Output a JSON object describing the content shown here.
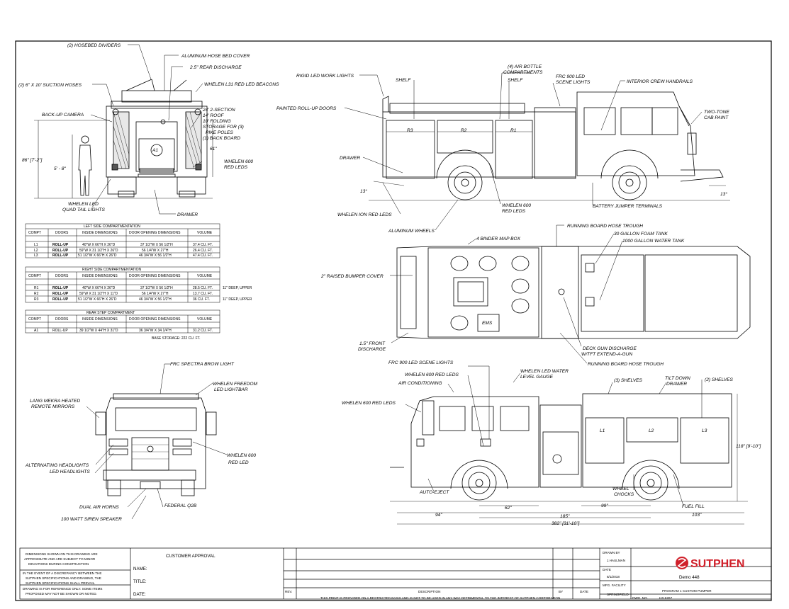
{
  "rear_view_labels": {
    "hosebed_dividers": "(2) HOSEBED DIVIDERS",
    "aluminum_hose_bed_cover": "ALUMINUM HOSE BED COVER",
    "rear_discharge": "2.5\" REAR DISCHARGE",
    "whelen_l31": "WHELEN L31 RED LED BEACONS",
    "suction_hoses": "(2) 6\" X 10' SUCTION HOSES",
    "backup_camera": "BACK-UP CAMERA",
    "storage_1": "24' 2-SECTION",
    "storage_2": "14' ROOF",
    "storage_3": "10' FOLDING",
    "storage_4": "STORAGE FOR (3)",
    "storage_5": "PIKE POLES",
    "storage_6": "(1) BACK BOARD",
    "dim_86": "86\" [7'-2\"]",
    "dim_58": "5' - 8\"",
    "dim_61": "61\"",
    "whelen_600_1": "WHELEN 600",
    "whelen_600_2": "RED LEDS",
    "whelen_led_1": "WHELEN LED",
    "whelen_led_2": "QUAD TAIL LIGHTS",
    "drawer": "DRAWER",
    "a1": "A1"
  },
  "left_side_table": {
    "title": "LEFT SIDE COMPARTMENTATION",
    "headers": [
      "COMPT",
      "DOORS",
      "INSIDE DIMENSIONS",
      "DOOR OPENING DIMENSIONS",
      "VOLUME"
    ],
    "rows": [
      [
        "L1",
        "ROLL-UP",
        "40\"W X 66\"H X 26\"D",
        "37 1/2\"W X 56 1/2\"H",
        "37.4 CU. FT."
      ],
      [
        "L2",
        "ROLL-UP",
        "59\"W X 31 1/2\"H X 26\"D",
        "56 1/4\"W X 27\"H",
        "26.4 CU. FT."
      ],
      [
        "L3",
        "ROLL-UP",
        "51 1/2\"W X 66\"H X 26\"D",
        "46 3/4\"W X 56 1/2\"H",
        "47.4 CU. FT."
      ]
    ]
  },
  "right_side_table": {
    "title": "RIGHT SIDE COMPARTMENTATION",
    "headers": [
      "COMPT",
      "DOORS",
      "INSIDE DIMENSIONS",
      "DOOR OPENING DIMENSIONS",
      "VOLUME"
    ],
    "rows": [
      [
        "R1",
        "ROLL-UP",
        "40\"W X 66\"H X 26\"D",
        "37 1/2\"W X 56 1/2\"H",
        "28.5 CU. FT.",
        "11\" DEEP, UPPER"
      ],
      [
        "R2",
        "ROLL-UP",
        "59\"W X 31 1/2\"H X 11\"D",
        "56 1/4\"W X 27\"H",
        "13.7 CU. FT.",
        ""
      ],
      [
        "R3",
        "ROLL-UP",
        "51 1/2\"W X 66\"H X 26\"D",
        "46 3/4\"W X 56 1/2\"H",
        "36 CU. FT.",
        "11\" DEEP, UPPER"
      ]
    ]
  },
  "rear_step_table": {
    "title": "REAR STEP COMPARTMENT",
    "headers": [
      "COMPT",
      "DOORS",
      "INSIDE DIMENSIONS",
      "DOOR OPENING DIMENSIONS",
      "VOLUME"
    ],
    "rows": [
      [
        "A1",
        "ROLL-UP",
        "39 1/2\"W X 44\"H X 31\"D",
        "36 3/4\"W X 34 1/4\"H",
        "31.2 CU. FT."
      ]
    ],
    "base_storage": "BASE STORAGE: 222 CU. FT."
  },
  "right_side_labels": {
    "rigid_led": "RIGID LED WORK LIGHTS",
    "shelf1": "SHELF",
    "air_bottle_1": "(4) AIR BOTTLE",
    "air_bottle_2": "COMPARTMENTS",
    "shelf2": "SHELF",
    "frc900_1": "FRC 900 LED",
    "frc900_2": "SCENE LIGHTS",
    "interior_handrails": "INTERIOR CREW HANDRAILS",
    "rollup_doors": "PAINTED ROLL-UP DOORS",
    "two_tone_1": "TWO-TONE",
    "two_tone_2": "CAB PAINT",
    "drawer": "DRAWER",
    "angle_left": "13°",
    "angle_right": "13°",
    "whelen600_1": "WHELEN 600",
    "whelen600_2": "RED LEDS",
    "battery": "BATTERY JUMPER TERMINALS",
    "whelen_ion": "WHELEN ION RED LEDS",
    "aluminum_wheels": "ALUMINUM WHEELS",
    "r1": "R1",
    "r2": "R2",
    "r3": "R3"
  },
  "top_view_labels": {
    "running_board_top": "RUNNING BOARD HOSE TROUGH",
    "map_box": "4 BINDER MAP BOX",
    "foam_tank": "30 GALLON FOAM TANK",
    "water_tank": "1000 GALLON WATER TANK",
    "bumper_cover": "2\" RAISED BUMPER COVER",
    "ems": "EMS",
    "front_discharge_1": "1.5\" FRONT",
    "front_discharge_2": "DISCHARGE",
    "deck_gun_1": "DECK GUN DISCHARGE",
    "deck_gun_2": "W/TFT EXTEND-A-GUN",
    "running_board_bottom": "RUNNING BOARD HOSE TROUGH"
  },
  "front_view_labels": {
    "frc_spectra": "FRC SPECTRA BROW LIGHT",
    "freedom_1": "WHELEN FREEDOM",
    "freedom_2": "LED LIGHTBAR",
    "mirrors_1": "LANG MEKRA HEATED",
    "mirrors_2": "REMOTE MIRRORS",
    "alt_headlights": "ALTERNATING HEADLIGHTS",
    "led_headlights": "LED HEADLIGHTS",
    "whelen600_1": "WHELEN 600",
    "whelen600_2": "RED LED",
    "air_horns": "DUAL AIR HORNS",
    "federal": "FEDERAL Q2B",
    "siren": "100 WATT SIREN SPEAKER"
  },
  "left_side_labels": {
    "frc900": "FRC 900 LED SCENE LIGHTS",
    "whelen600_top": "WHELEN 600 RED LEDS",
    "aircon": "AIR CONDITIONING",
    "whelen600_left": "WHELEN 600 RED LEDS",
    "water_gauge_1": "WHELEN LED WATER",
    "water_gauge_2": "LEVEL GAUGE",
    "shelves3": "(3) SHELVES",
    "tilt_1": "TILT DOWN",
    "tilt_2": "DRAWER",
    "shelves2": "(2) SHELVES",
    "height": "118\" [9'-10\"]",
    "auto_eject": "AUTO-EJECT",
    "wheel_chocks_1": "WHEEL",
    "wheel_chocks_2": "CHOCKS",
    "fuel_fill": "FUEL FILL",
    "dim_94": "94\"",
    "dim_62": "62\"",
    "dim_99": "99\"",
    "dim_103": "103\"",
    "dim_185": "185\"",
    "dim_382": "382\" [31'-10\"]",
    "l1": "L1",
    "l2": "L2",
    "l3": "L3"
  },
  "title_block": {
    "disclaimer1_l1": "DIMENSIONS SHOWN ON THIS DRAWING ARE",
    "disclaimer1_l2": "APPROXIMATE AND ARE SUBJECT TO MINOR",
    "disclaimer1_l3": "DEVIATIONS DURING CONSTRUCTION",
    "disclaimer2_l1": "IN THE EVENT OF A DISCREPANCY BETWEEN THE",
    "disclaimer2_l2": "SUTPHEN SPECIFICATIONS AND DRAWING, THE",
    "disclaimer2_l3": "SUTPHEN SPECIFICATIONS SHALL PREVAIL.",
    "disclaimer3_l1": "DRAWING IS FOR REFERENCE ONLY. SOME ITEMS",
    "disclaimer3_l2": "PROPOSED MAY NOT BE SHOWN OR NOTED.",
    "customer_approval": "CUSTOMER APPROVAL",
    "name": "NAME:",
    "title": "TITLE:",
    "date": "DATE:",
    "rev": "REV.",
    "description": "DESCRIPTION",
    "by": "BY",
    "rev_date": "DATE",
    "drawn_by_label": "DRAWN BY",
    "drawn_by": "J.HAULMAN",
    "date_label": "DATE",
    "date_value": "8/1/2018",
    "mfg_label": "MFG. FACILITY",
    "mfg_value": "SPRINGFIELD",
    "brand": "SUTPHEN",
    "demo": "Demo 448",
    "program": "PROGRAM 1 CUSTOM PUMPER",
    "dwg_label": "DWG. NO.",
    "dwg_no": "HS-6267",
    "footer": "THIS PRINT IS PROVIDED ON A RESTRICTED BASIS AND IS NOT TO BE USED IN ANY WAY DETRIMENTAL TO THE INTEREST OF SUTPHEN CORPORATION",
    "brand_color": "#d0202a"
  }
}
